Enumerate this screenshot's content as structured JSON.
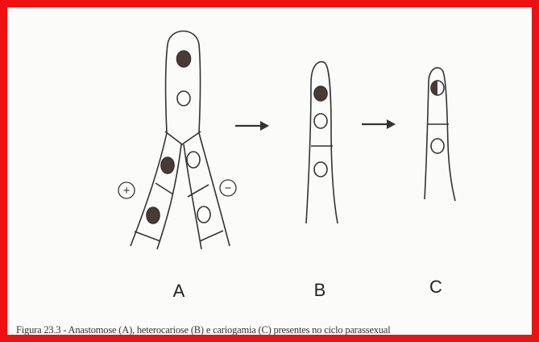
{
  "figure": {
    "panels": [
      {
        "id": "A",
        "label": "A"
      },
      {
        "id": "B",
        "label": "B"
      },
      {
        "id": "C",
        "label": "C"
      }
    ],
    "mating_signs": {
      "plus": "+",
      "minus": "−"
    },
    "caption": "Figura 23.3 - Anastomose (A), heterocariose (B) e cariogamia (C) presentes no ciclo parassexual",
    "colors": {
      "frame": "#ee1111",
      "ink": "#333333",
      "nucleus_dark": "#4a3a36"
    }
  }
}
